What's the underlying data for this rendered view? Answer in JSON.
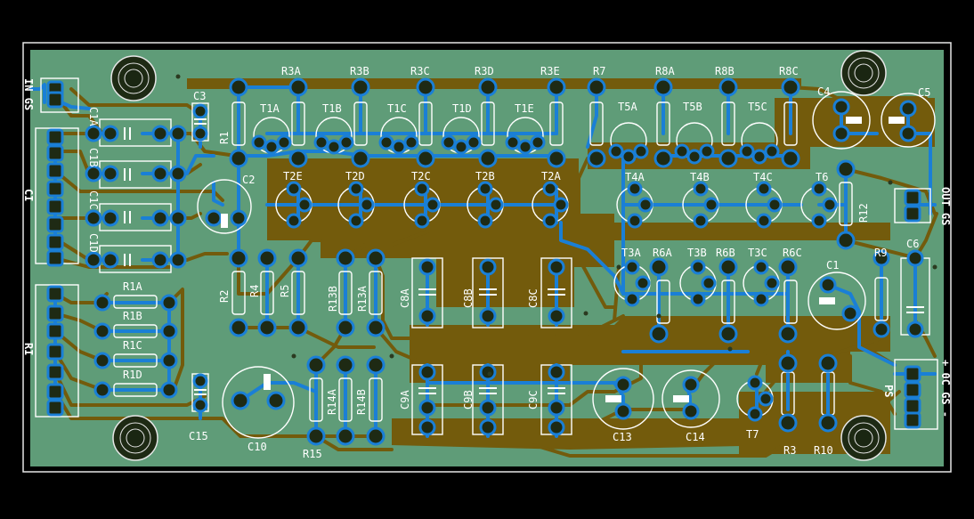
{
  "colors": {
    "background": "#000000",
    "board": "#5f9c78",
    "copper_bottom": "#735b0c",
    "copper_top": "#1a7fd6",
    "pad": "#1e2a14",
    "pad_ring": "#1a7fd6",
    "silk": "#ffffff",
    "outline": "#e6e6e6"
  },
  "connectors": {
    "in_gs": "IN GS",
    "ci": "CI",
    "ri": "RI",
    "out_gs": "OUT GS",
    "ps": "PS",
    "ps_pins": "+ 0C GS -"
  },
  "labels": {
    "c1a": "C1A",
    "c1b": "C1B",
    "c1c": "C1C",
    "c1d": "C1D",
    "r1a": "R1A",
    "r1b": "R1B",
    "r1c": "R1C",
    "r1d": "R1D",
    "c3": "C3",
    "r1": "R1",
    "c2": "C2",
    "c15": "C15",
    "c10": "C10",
    "r15": "R15",
    "r2": "R2",
    "r4": "R4",
    "r5": "R5",
    "r13b": "R13B",
    "r13a": "R13A",
    "r14a": "R14A",
    "r14b": "R14B",
    "r3a": "R3A",
    "r3b": "R3B",
    "r3c": "R3C",
    "r3d": "R3D",
    "r3e": "R3E",
    "r7": "R7",
    "r8a": "R8A",
    "r8b": "R8B",
    "r8c": "R8C",
    "t1a": "T1A",
    "t1b": "T1B",
    "t1c": "T1C",
    "t1d": "T1D",
    "t1e": "T1E",
    "t2e": "T2E",
    "t2d": "T2D",
    "t2c": "T2C",
    "t2b": "T2B",
    "t2a": "T2A",
    "t5a": "T5A",
    "t5b": "T5B",
    "t5c": "T5C",
    "t4a": "T4A",
    "t4b": "T4B",
    "t4c": "T4C",
    "t6": "T6",
    "t3a": "T3A",
    "t3b": "T3B",
    "t3c": "T3C",
    "t7": "T7",
    "r6a": "R6A",
    "r6b": "R6B",
    "r6c": "R6C",
    "c4": "C4",
    "c5": "C5",
    "c6": "C6",
    "c1": "C1",
    "r9": "R9",
    "r12": "R12",
    "r3": "R3",
    "r10": "R10",
    "c8a": "C8A",
    "c8b": "C8B",
    "c8c": "C8C",
    "c9a": "C9A",
    "c9b": "C9B",
    "c9c": "C9C",
    "c13": "C13",
    "c14": "C14"
  }
}
